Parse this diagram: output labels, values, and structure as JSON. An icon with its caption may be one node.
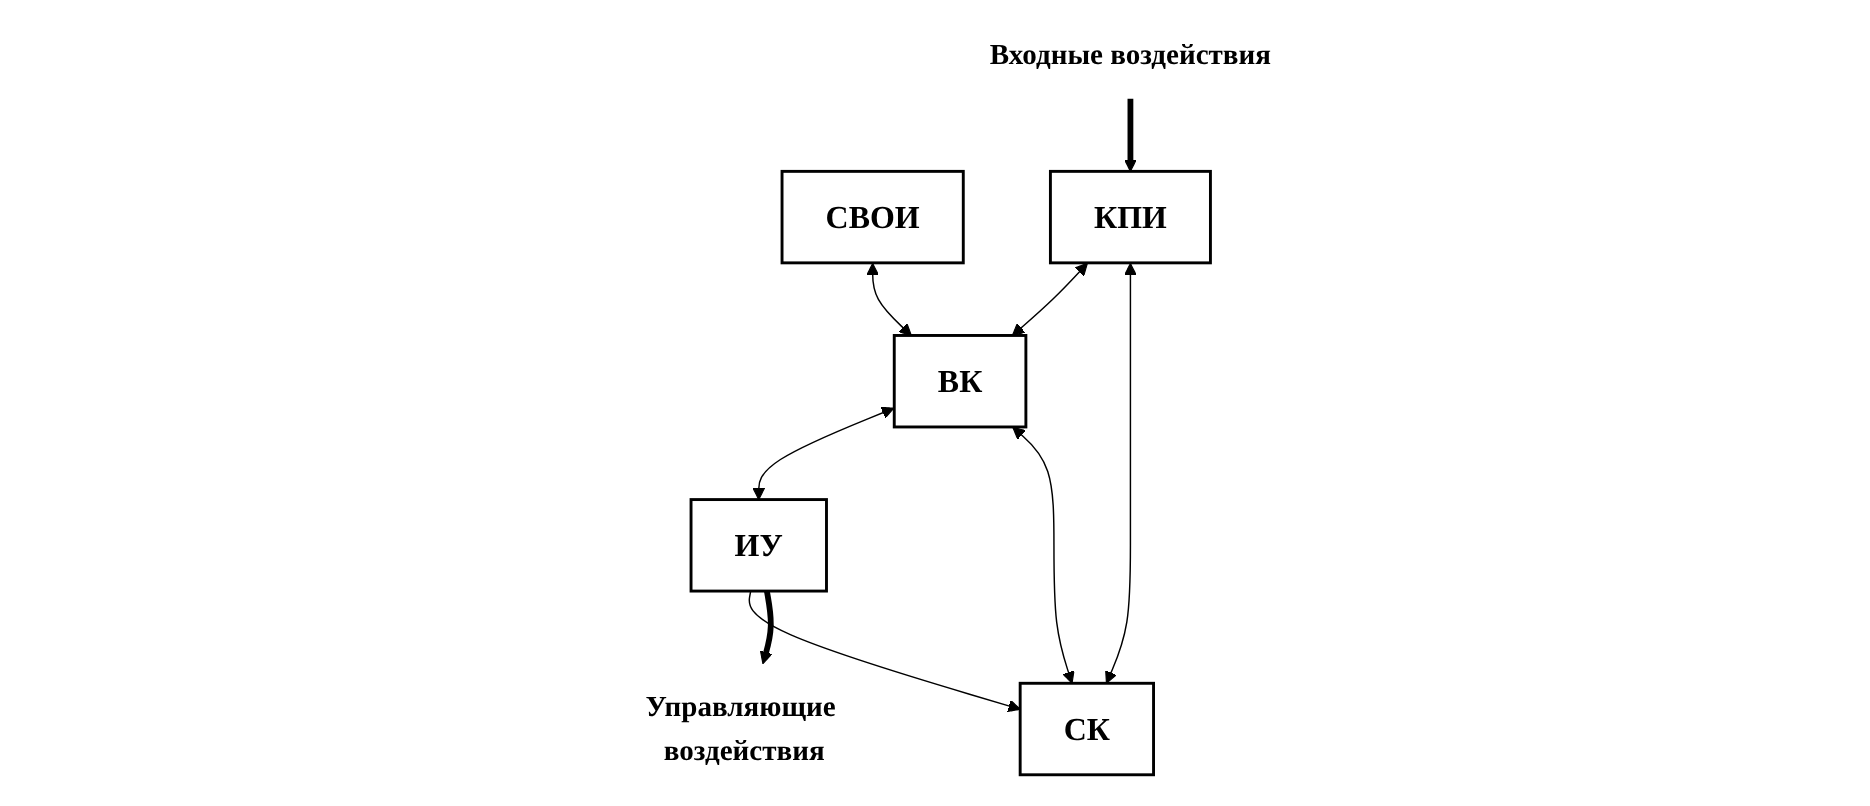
{
  "diagram": {
    "nodes": [
      {
        "text": [
          "Входные воздействия"
        ]
      },
      {
        "text": [
          "СВОИ"
        ]
      },
      {
        "text": [
          "КПИ"
        ]
      },
      {
        "text": [
          "ВК"
        ]
      },
      {
        "text": [
          "ИУ"
        ]
      },
      {
        "text": [
          "СК"
        ]
      },
      {
        "text": [
          "Управляющие воздействия"
        ]
      }
    ],
    "edges": [
      {
        "from": 0,
        "to": 2,
        "arrow": "to",
        "style": "thick"
      },
      {
        "from": 2,
        "to": 3,
        "arrow": "both"
      },
      {
        "from": 1,
        "to": 3,
        "arrow": "both"
      },
      {
        "from": 3,
        "to": 4,
        "arrow": "both"
      },
      {
        "from": 3,
        "to": 5,
        "arrow": "both"
      },
      {
        "from": 2,
        "to": 5,
        "arrow": "both"
      },
      {
        "from": 4,
        "to": 5,
        "arrow": "to"
      },
      {
        "from": 4,
        "to": 6,
        "arrow": "to",
        "style": "thick"
      }
    ]
  }
}
